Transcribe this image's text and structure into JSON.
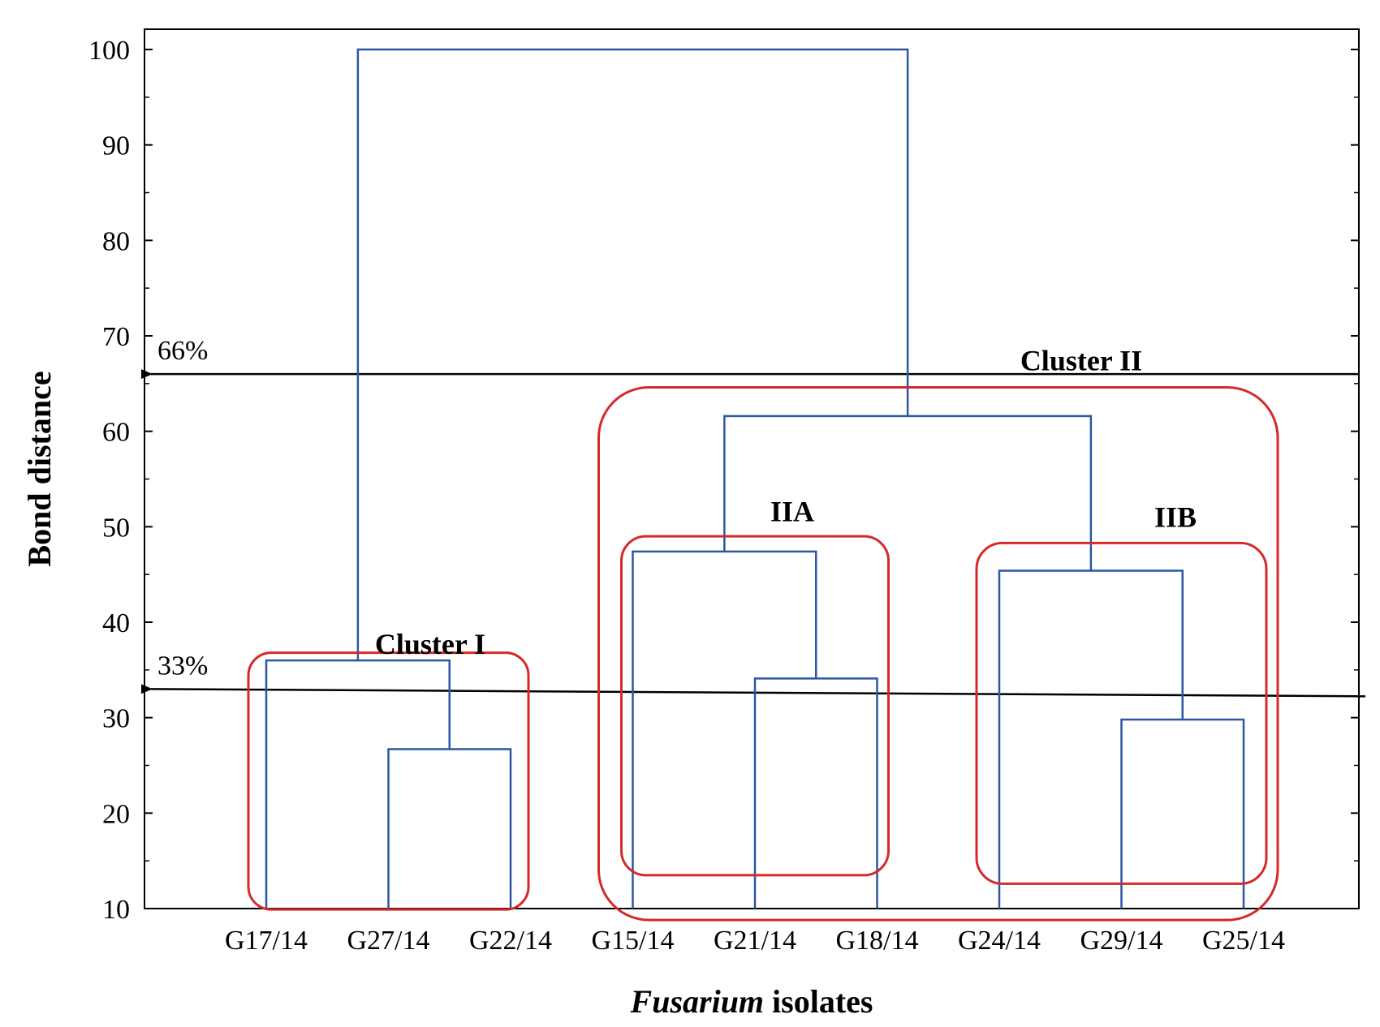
{
  "chart_data": {
    "type": "dendrogram",
    "ylabel": "Bond distance",
    "xlabel": {
      "italic": "Fusarium",
      "rest": " isolates"
    },
    "ylim": [
      10,
      100
    ],
    "yticks": [
      "10",
      "20",
      "30",
      "40",
      "50",
      "60",
      "70",
      "80",
      "90",
      "100"
    ],
    "leaves": [
      "G17/14",
      "G27/14",
      "G22/14",
      "G15/14",
      "G21/14",
      "G18/14",
      "G24/14",
      "G29/14",
      "G25/14"
    ],
    "merges": [
      {
        "a": "G27/14",
        "b": "G22/14",
        "height": 26.7
      },
      {
        "a": "G17/14",
        "b": "G27/14+G22/14",
        "height": 36.0
      },
      {
        "a": "G21/14",
        "b": "G18/14",
        "height": 34.1
      },
      {
        "a": "G15/14",
        "b": "G21/14+G18/14",
        "height": 47.4
      },
      {
        "a": "G29/14",
        "b": "G25/14",
        "height": 29.8
      },
      {
        "a": "G24/14",
        "b": "G29/14+G25/14",
        "height": 45.4
      },
      {
        "a": "IIA",
        "b": "IIB",
        "height": 61.6
      },
      {
        "a": "Cluster I",
        "b": "Cluster II",
        "height": 100.0
      }
    ],
    "thresholds": [
      {
        "label": "66%",
        "value": 66
      },
      {
        "label": "33%",
        "value": 33
      }
    ],
    "clusters": [
      {
        "label": "Cluster I",
        "members": [
          "G17/14",
          "G27/14",
          "G22/14"
        ]
      },
      {
        "label": "Cluster II",
        "members": [
          "G15/14",
          "G21/14",
          "G18/14",
          "G24/14",
          "G29/14",
          "G25/14"
        ]
      },
      {
        "label": "IIA",
        "members": [
          "G15/14",
          "G21/14",
          "G18/14"
        ]
      },
      {
        "label": "IIB",
        "members": [
          "G24/14",
          "G29/14",
          "G25/14"
        ]
      }
    ],
    "colors": {
      "branches": "#2b57a3",
      "cluster_outline": "#d42a2a",
      "threshold": "#000000"
    }
  }
}
